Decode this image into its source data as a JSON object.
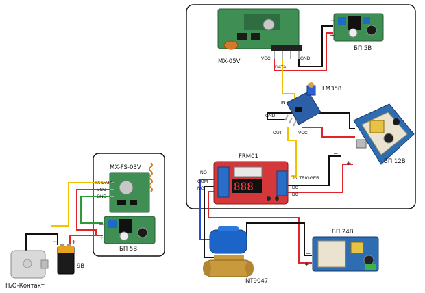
{
  "labels": {
    "rx_module": "MX-05V",
    "rx_vcc": "VCC",
    "rx_data": "DATA",
    "rx_gnd": "GND",
    "psu_5v_top": "БП 5В",
    "lm358": "LM358",
    "lm_in": "IN",
    "lm_gnd": "GND",
    "lm_out": "OUT",
    "lm_vcc": "VCC",
    "psu_12v": "БП 12В",
    "frm01": "FRM01",
    "frm_no": "NO",
    "frm_com": "COM",
    "frm_nc": "NC",
    "frm_in_trigger": "IN TRIGGER",
    "frm_dc_minus": "DC-",
    "frm_dc_plus": "DC+",
    "tx_module": "MX-FS-03V",
    "tx_data": "TX DATA",
    "tx_vcc": "VCC",
    "tx_gnd": "GND",
    "psu_5v_left": "БП 5В",
    "battery": "9В",
    "sensor": "H₂O-Контакт",
    "valve": "NT9047",
    "psu_24v": "БП 24В",
    "minus": "−",
    "plus": "+"
  },
  "colors": {
    "wire_red": "#e0242b",
    "wire_black": "#111111",
    "wire_yellow": "#f2c200",
    "wire_blue": "#2a4bd8",
    "wire_green": "#2d9a3a",
    "pcb_green": "#3f8f55",
    "relay_red": "#d5383b",
    "psu_blue": "#2b5fa8",
    "valve_blue": "#1c64c8",
    "brass": "#c89a3c"
  }
}
